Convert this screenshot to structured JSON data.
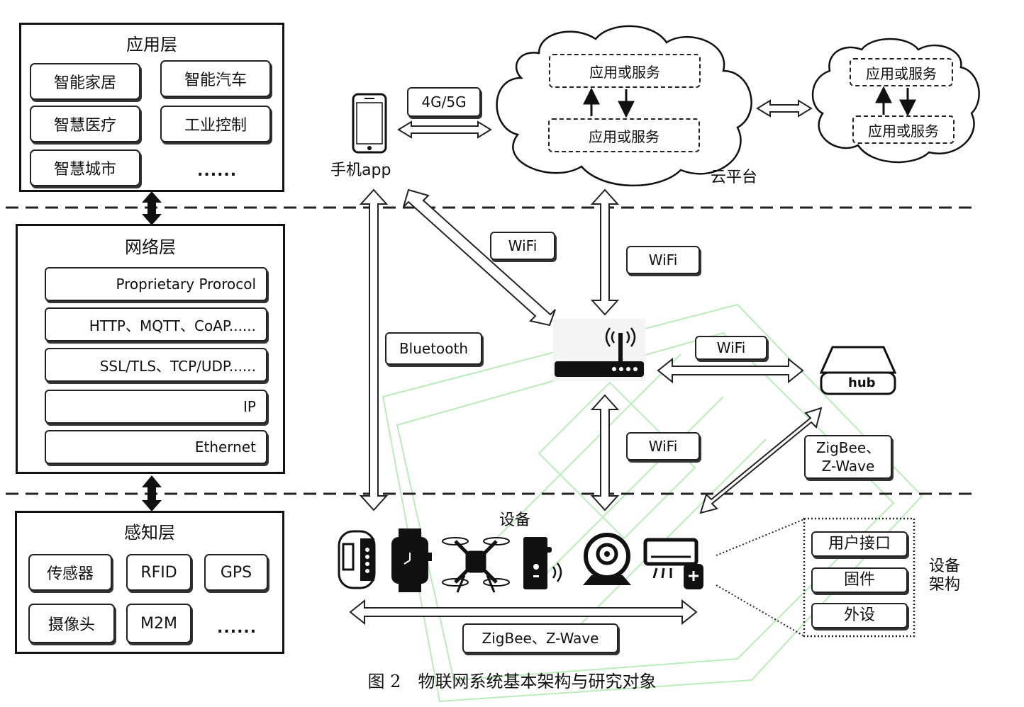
{
  "application_layer": {
    "title": "应用层",
    "items": [
      "智能家居",
      "智能汽车",
      "智慧医疗",
      "工业控制",
      "智慧城市",
      "......"
    ]
  },
  "network_layer": {
    "title": "网络层",
    "protocols": [
      "Proprietary Prorocol",
      "HTTP、MQTT、CoAP......",
      "SSL/TLS、TCP/UDP......",
      "IP",
      "Ethernet"
    ]
  },
  "perception_layer": {
    "title": "感知层",
    "items": [
      "传感器",
      "RFID",
      "GPS",
      "摄像头",
      "M2M",
      "......"
    ]
  },
  "phone": {
    "label": "手机app"
  },
  "links": {
    "cellular": "4G/5G",
    "wifi_phone_router": "WiFi",
    "wifi_cloud_router": "WiFi",
    "bluetooth": "Bluetooth",
    "wifi_router_hub": "WiFi",
    "wifi_router_devices": "WiFi",
    "zigbee_hub": "ZigBee、\nZ-Wave",
    "zigbee_devices": "ZigBee、Z-Wave"
  },
  "cloud": {
    "label": "云平台",
    "services_main": [
      "应用或服务",
      "应用或服务"
    ],
    "services_secondary": [
      "应用或服务",
      "应用或服务"
    ]
  },
  "hub": {
    "label": "hub"
  },
  "devices": {
    "label": "设备",
    "icons": [
      "band-icon",
      "smartwatch-icon",
      "drone-icon",
      "smart-lock-icon",
      "webcam-icon",
      "air-conditioner-icon"
    ]
  },
  "device_architecture": {
    "label": "设备\n架构",
    "parts": [
      "用户接口",
      "固件",
      "外设"
    ]
  },
  "caption": "图 2　物联网系统基本架构与研究对象"
}
